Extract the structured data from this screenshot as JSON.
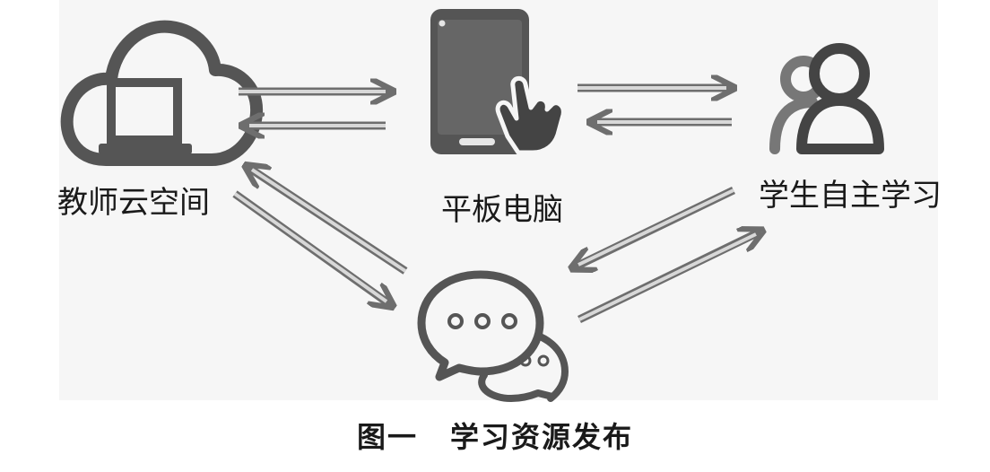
{
  "nodes": {
    "teacher_space": {
      "label": "教师云空间",
      "icon": "cloud-laptop-icon"
    },
    "tablet": {
      "label": "平板电脑",
      "icon": "tablet-touch-icon"
    },
    "student_learning": {
      "label": "学生自主学习",
      "icon": "users-icon"
    },
    "resource_publish": {
      "icon": "chat-bubbles-icon"
    }
  },
  "caption": {
    "figure": "图一",
    "title": "学习资源发布"
  },
  "colors": {
    "icon": "#555555",
    "arrow_fill": "#d8d8d8",
    "arrow_edge": "#6e6e6e",
    "background": "#f4f4f4"
  }
}
